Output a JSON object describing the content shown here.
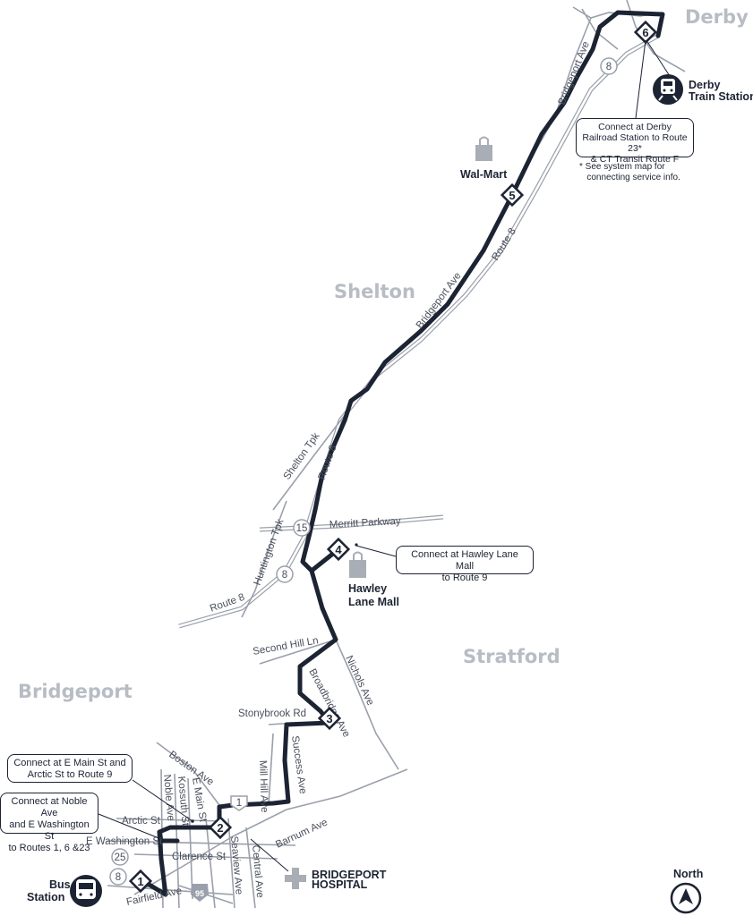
{
  "towns": {
    "derby": "Derby",
    "shelton": "Shelton",
    "stratford": "Stratford",
    "bridgeport": "Bridgeport"
  },
  "streets": {
    "bridgeport_ave_north": "Bridgeport Ave",
    "bridgeport_ave_mid": "Bridgeport Ave",
    "route8_north": "Route 8",
    "route8_mid": "Route 8",
    "route8_sw": "Route 8",
    "shelton_tpk": "Shelton Tpk",
    "huntington_tpk": "Huntington Tpk",
    "merritt_parkway": "Merritt Parkway",
    "second_hill_ln": "Second Hill Ln",
    "nichols_ave": "Nichols Ave",
    "broadbridge_ave": "Broadbridge Ave",
    "stonybrook_rd": "Stonybrook Rd",
    "success_ave": "Success Ave",
    "mill_hill_ave": "Mill Hill Ave",
    "boston_ave": "Boston Ave",
    "e_main_st": "E Main St",
    "kossuth_st": "Kossuth St",
    "noble_ave": "Noble Ave",
    "arctic_st": "Arctic St",
    "e_washington_st": "E Washington St",
    "clarence_st": "Clarence St",
    "seaview_ave": "Seaview Ave",
    "central_ave": "Central Ave",
    "barnum_ave": "Barnum Ave",
    "fairfield_ave": "Fairfield Ave"
  },
  "shields": {
    "rt8_derby": "8",
    "rt15": "15",
    "rt8_hawley": "8",
    "us1": "1",
    "rt25": "25",
    "rt8_south": "8",
    "i95": "95"
  },
  "stops": [
    "1",
    "2",
    "3",
    "4",
    "5",
    "6"
  ],
  "places": {
    "walmart": "Wal-Mart",
    "hawley_line1": "Hawley",
    "hawley_line2": "Lane Mall",
    "derby_station_line1": "Derby",
    "derby_station_line2": "Train Station",
    "bus_station_line1": "Bus",
    "bus_station_line2": "Station",
    "hospital_line1": "BRIDGEPORT",
    "hospital_line2": "HOSPITAL",
    "north": "North"
  },
  "callouts": {
    "derby_line1": "Connect at Derby",
    "derby_line2": "Railroad Station to Route 23*",
    "derby_line3": "& CT Transit Route F",
    "derby_note": "* See system map for\n   connecting service info.",
    "hawley_line1": "Connect at Hawley Lane Mall",
    "hawley_line2": "to Route 9",
    "emain_line1": "Connect at E Main St and",
    "emain_line2": "Arctic St to Route 9",
    "noble_line1": "Connect at Noble Ave",
    "noble_line2": "and E Washington St",
    "noble_line3": "to Routes 1, 6 &23"
  },
  "colors": {
    "route": "#1c2333",
    "roads": "#9aa0ab",
    "towns": "#b8bcc4",
    "icons": "#a9adb5"
  }
}
